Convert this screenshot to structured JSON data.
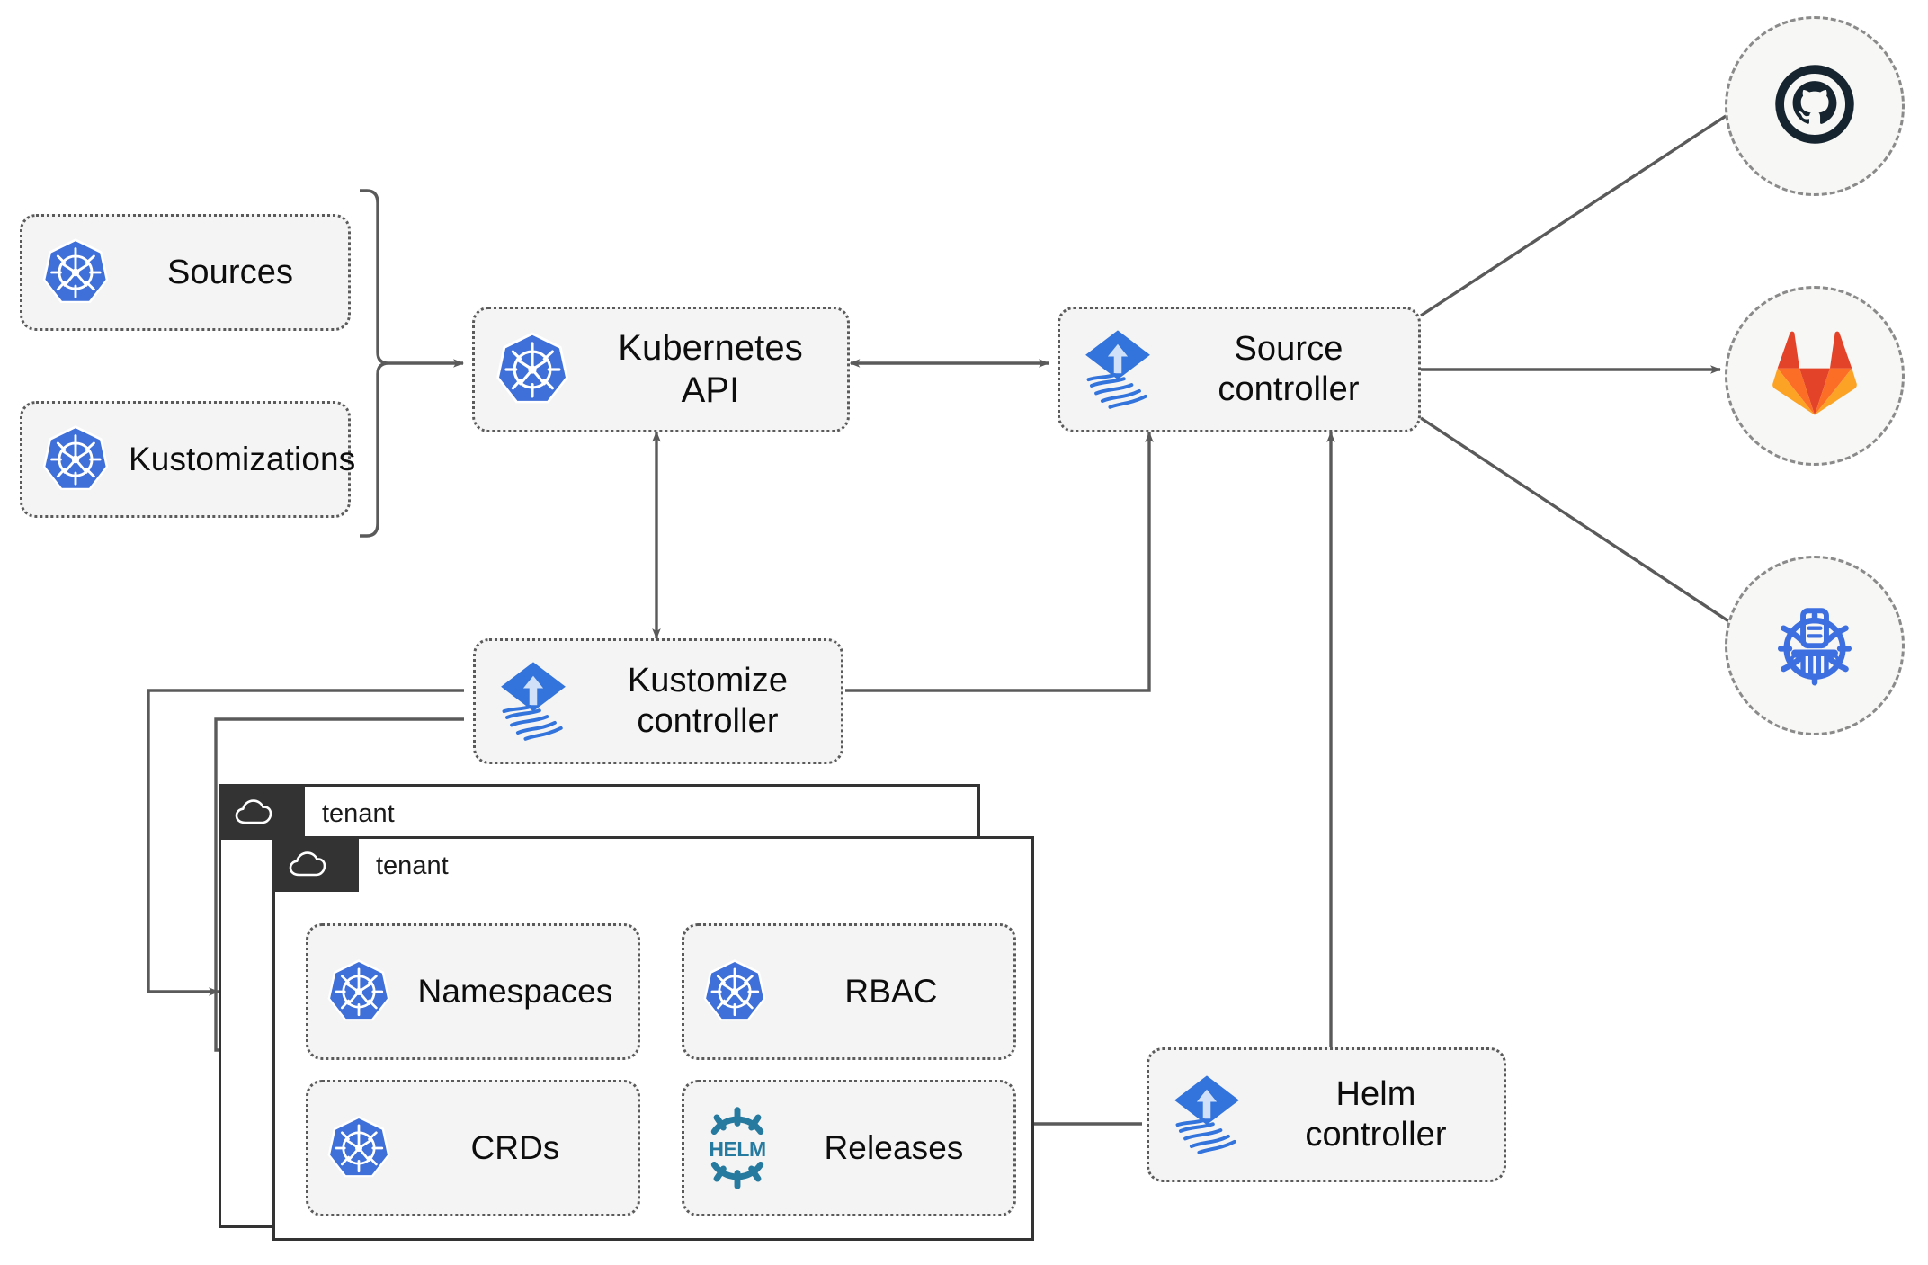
{
  "diagram": {
    "title": "Flux GitOps multi-tenancy architecture",
    "colors": {
      "kubernetes_blue": "#3f6fd8",
      "flux_blue": "#3273dc",
      "helm_teal": "#277a9f",
      "github_navy": "#16242f",
      "gitlab_orange": "#e24329",
      "gitlab_light_orange": "#fca326",
      "bucket_blue": "#3d6fe0",
      "node_fill": "#f4f4f4",
      "node_border": "#5a5a5a",
      "edge": "#5a5a5a",
      "tenant_border": "#333333",
      "tenant_bar": "#333333"
    },
    "nodes": [
      {
        "id": "sources",
        "label": "Sources",
        "icon": "kubernetes-icon"
      },
      {
        "id": "kustomizations",
        "label": "Kustomizations",
        "icon": "kubernetes-icon"
      },
      {
        "id": "k8s-api",
        "label": "Kubernetes API",
        "icon": "kubernetes-icon"
      },
      {
        "id": "source-ctrl",
        "label": "Source\ncontroller",
        "icon": "flux-icon"
      },
      {
        "id": "kustomize-ctrl",
        "label": "Kustomize\ncontroller",
        "icon": "flux-icon"
      },
      {
        "id": "helm-ctrl",
        "label": "Helm\ncontroller",
        "icon": "flux-icon"
      },
      {
        "id": "namespaces",
        "label": "Namespaces",
        "icon": "kubernetes-icon"
      },
      {
        "id": "rbac",
        "label": "RBAC",
        "icon": "kubernetes-icon"
      },
      {
        "id": "crds",
        "label": "CRDs",
        "icon": "kubernetes-icon"
      },
      {
        "id": "releases",
        "label": "Releases",
        "icon": "helm-icon"
      }
    ],
    "node_labels": {
      "sources": "Sources",
      "kustomizations": "Kustomizations",
      "k8s_api": "Kubernetes API",
      "source_controller_line1": "Source",
      "source_controller_line2": "controller",
      "kustomize_controller_line1": "Kustomize",
      "kustomize_controller_line2": "controller",
      "helm_controller_line1": "Helm",
      "helm_controller_line2": "controller",
      "namespaces": "Namespaces",
      "rbac": "RBAC",
      "crds": "CRDs",
      "releases": "Releases"
    },
    "providers": [
      {
        "id": "github",
        "icon": "github-icon",
        "label": ""
      },
      {
        "id": "gitlab",
        "icon": "gitlab-icon",
        "label": ""
      },
      {
        "id": "helm-repository",
        "icon": "helm-repository-icon",
        "label": ""
      }
    ],
    "tenants": [
      {
        "id": "tenant-back",
        "label": "tenant",
        "icon": "cloud-icon"
      },
      {
        "id": "tenant-front",
        "label": "tenant",
        "icon": "cloud-icon"
      }
    ],
    "edges": [
      {
        "from": "sources+kustomizations",
        "to": "k8s-api",
        "style": "bracket-arrow",
        "direction": "one-way"
      },
      {
        "from": "k8s-api",
        "to": "source-ctrl",
        "style": "straight",
        "direction": "two-way"
      },
      {
        "from": "k8s-api",
        "to": "kustomize-ctrl",
        "style": "straight",
        "direction": "two-way"
      },
      {
        "from": "source-ctrl",
        "to": "github",
        "style": "straight",
        "direction": "one-way"
      },
      {
        "from": "source-ctrl",
        "to": "gitlab",
        "style": "straight",
        "direction": "one-way"
      },
      {
        "from": "source-ctrl",
        "to": "helm-repository",
        "style": "straight",
        "direction": "one-way"
      },
      {
        "from": "kustomize-ctrl",
        "to": "source-ctrl",
        "style": "orthogonal",
        "direction": "one-way"
      },
      {
        "from": "helm-ctrl",
        "to": "source-ctrl",
        "style": "orthogonal",
        "direction": "one-way"
      },
      {
        "from": "helm-ctrl",
        "to": "releases",
        "style": "orthogonal",
        "direction": "one-way"
      },
      {
        "from": "kustomize-ctrl",
        "to": "tenant-back",
        "style": "orthogonal",
        "direction": "one-way"
      },
      {
        "from": "kustomize-ctrl",
        "to": "tenant-front",
        "style": "orthogonal",
        "direction": "one-way"
      }
    ]
  }
}
